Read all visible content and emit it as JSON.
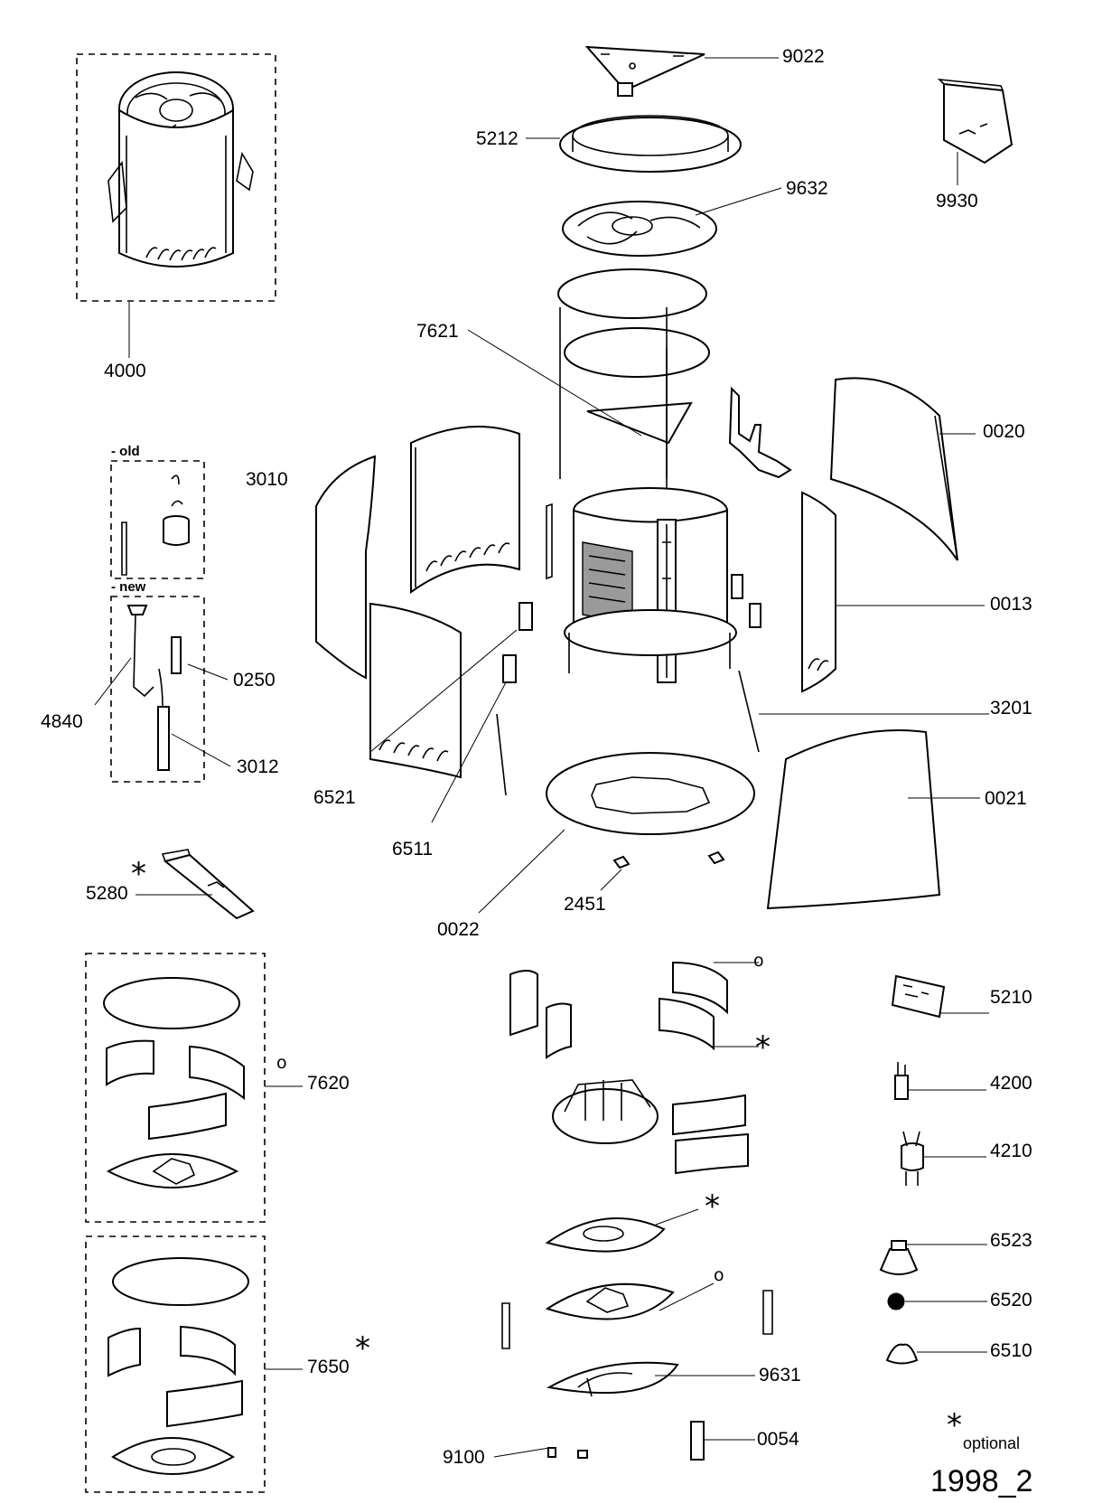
{
  "callouts": [
    {
      "id": "9022",
      "text": "9022"
    },
    {
      "id": "5212",
      "text": "5212"
    },
    {
      "id": "9632",
      "text": "9632"
    },
    {
      "id": "9930",
      "text": "9930"
    },
    {
      "id": "4000",
      "text": "4000"
    },
    {
      "id": "7621",
      "text": "7621"
    },
    {
      "id": "0020",
      "text": "0020"
    },
    {
      "id": "3010",
      "text": "3010"
    },
    {
      "id": "0013",
      "text": "0013"
    },
    {
      "id": "0250",
      "text": "0250"
    },
    {
      "id": "4840",
      "text": "4840"
    },
    {
      "id": "3201",
      "text": "3201"
    },
    {
      "id": "3012",
      "text": "3012"
    },
    {
      "id": "6521",
      "text": "6521"
    },
    {
      "id": "0021",
      "text": "0021"
    },
    {
      "id": "6511",
      "text": "6511"
    },
    {
      "id": "5280",
      "text": "5280"
    },
    {
      "id": "2451",
      "text": "2451"
    },
    {
      "id": "0022",
      "text": "0022"
    },
    {
      "id": "5210",
      "text": "5210"
    },
    {
      "id": "7620",
      "text": "7620"
    },
    {
      "id": "4200",
      "text": "4200"
    },
    {
      "id": "4210",
      "text": "4210"
    },
    {
      "id": "6523",
      "text": "6523"
    },
    {
      "id": "6520",
      "text": "6520"
    },
    {
      "id": "7650",
      "text": "7650"
    },
    {
      "id": "6510",
      "text": "6510"
    },
    {
      "id": "9631",
      "text": "9631"
    },
    {
      "id": "9100",
      "text": "9100"
    },
    {
      "id": "0054",
      "text": "0054"
    }
  ],
  "group_labels": {
    "old": "- old",
    "new": "- new"
  },
  "markers": {
    "asterisk": "*",
    "circle": "o"
  },
  "legend": {
    "optional_symbol": "*",
    "optional_text": "optional"
  },
  "figure_id": "1998_2"
}
